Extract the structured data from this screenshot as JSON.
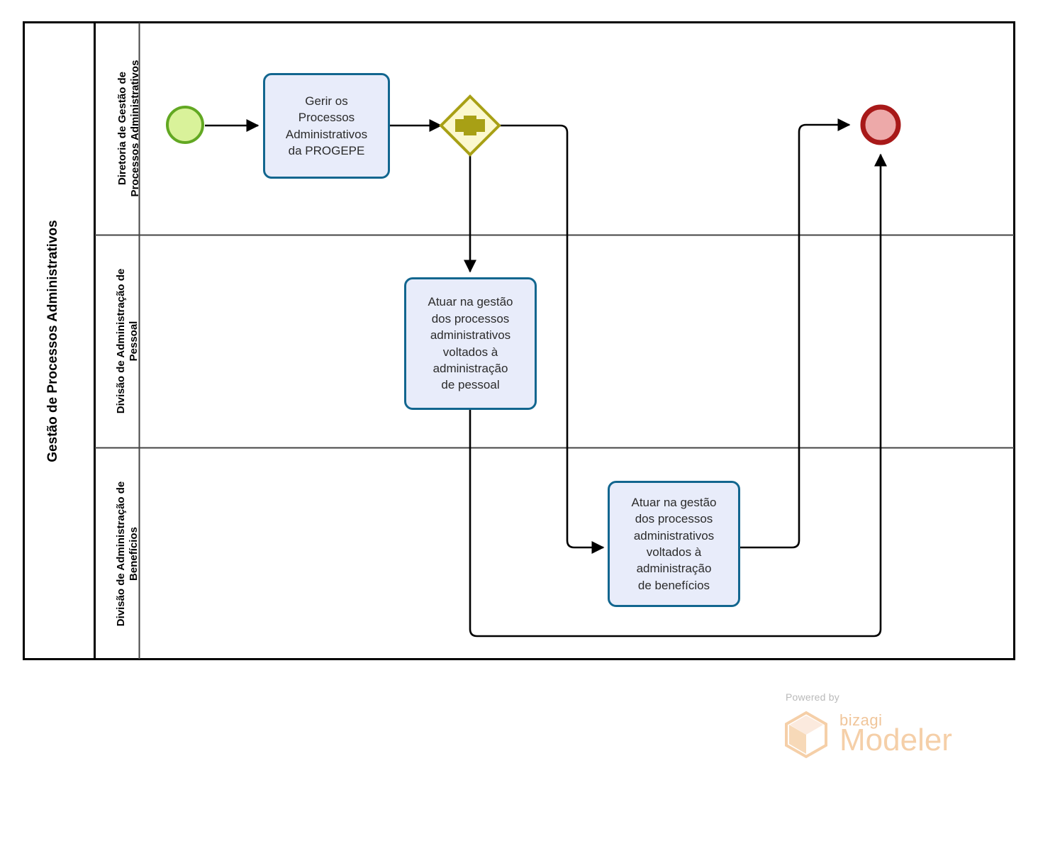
{
  "diagram": {
    "type": "bpmn-process-diagram",
    "pool": {
      "name": "Gestão de Processos Administrativos"
    },
    "lanes": [
      {
        "id": "lane-1",
        "label": "Diretoria de Gestão de\nProcessos Administrativos"
      },
      {
        "id": "lane-2",
        "label": "Divisão de Administração de\nPessoal"
      },
      {
        "id": "lane-3",
        "label": "Divisão de Administração de\nBenefícios"
      }
    ],
    "events": [
      {
        "id": "start-event",
        "kind": "start",
        "lane": "lane-1",
        "fill": "#d9f29a",
        "stroke": "#62a822"
      },
      {
        "id": "end-event",
        "kind": "end",
        "lane": "lane-1",
        "fill": "#eda9a9",
        "stroke": "#a81919"
      }
    ],
    "gateway": {
      "id": "parallel-gateway",
      "kind": "parallel",
      "symbol": "+",
      "lane": "lane-1",
      "fill": "#fbf8cf",
      "stroke": "#a8a015"
    },
    "tasks": [
      {
        "id": "task-gerir-processos",
        "lane": "lane-1",
        "label": "Gerir os\nProcessos\nAdministrativos\nda PROGEPE"
      },
      {
        "id": "task-gestao-pessoal",
        "lane": "lane-2",
        "label": "Atuar na gestão\ndos processos\nadministrativos\nvoltados à\nadministração\nde pessoal"
      },
      {
        "id": "task-gestao-beneficios",
        "lane": "lane-3",
        "label": "Atuar na gestão\ndos processos\nadministrativos\nvoltados à\nadministração\nde benefícios"
      }
    ],
    "flows": [
      {
        "from": "start-event",
        "to": "task-gerir-processos"
      },
      {
        "from": "task-gerir-processos",
        "to": "parallel-gateway"
      },
      {
        "from": "parallel-gateway",
        "to": "task-gestao-pessoal"
      },
      {
        "from": "parallel-gateway",
        "to": "task-gestao-beneficios"
      },
      {
        "from": "task-gestao-beneficios",
        "to": "end-event"
      },
      {
        "from": "task-gestao-pessoal",
        "to": "end-event"
      }
    ],
    "colors": {
      "task_fill": "#e8ecfa",
      "task_stroke": "#12668f",
      "pool_stroke": "#000000",
      "lane_stroke": "#444444",
      "flow_stroke": "#000000"
    }
  },
  "footer": {
    "powered_by": "Powered by",
    "brand": "bizagi",
    "product": "Modeler",
    "brand_color": "#f5cfa8"
  }
}
